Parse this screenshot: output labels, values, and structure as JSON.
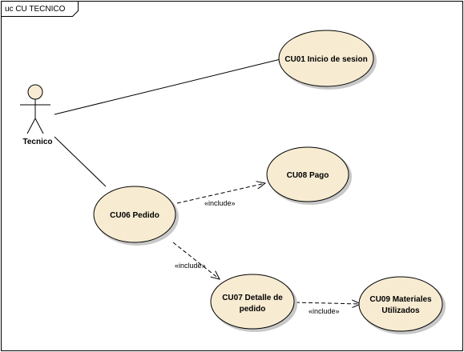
{
  "diagram": {
    "frame_label": "uc CU TECNICO",
    "actor": {
      "label": "Tecnico"
    },
    "use_cases": [
      {
        "id": "cu01",
        "lines": [
          "CU01 Inicio de sesion"
        ]
      },
      {
        "id": "cu08",
        "lines": [
          "CU08 Pago"
        ]
      },
      {
        "id": "cu06",
        "lines": [
          "CU06 Pedido"
        ]
      },
      {
        "id": "cu07",
        "lines": [
          "CU07 Detalle de",
          "pedido"
        ]
      },
      {
        "id": "cu09",
        "lines": [
          "CU09 Materiales",
          "Utilizados"
        ]
      }
    ],
    "relations": [
      {
        "id": "r1",
        "label": "«include»"
      },
      {
        "id": "r2",
        "label": "«include»"
      },
      {
        "id": "r3",
        "label": "«include»"
      }
    ],
    "colors": {
      "usecase_fill": "#f7ebd2",
      "stroke": "#000000",
      "shadow": "#c8c8c8"
    }
  }
}
